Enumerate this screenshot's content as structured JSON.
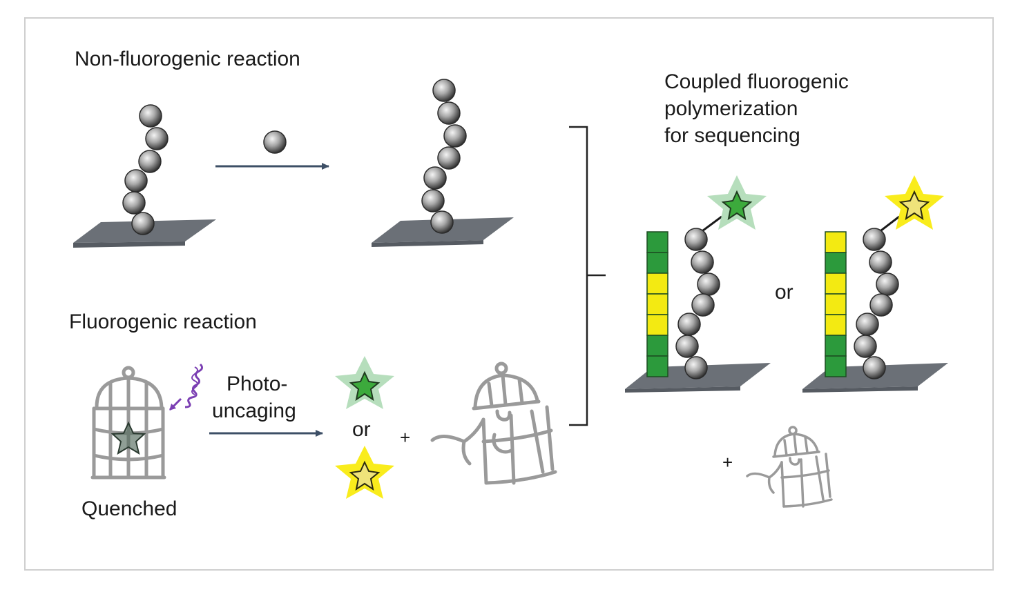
{
  "labels": {
    "non_fluorogenic_title": "Non-fluorogenic reaction",
    "fluorogenic_title": "Fluorogenic reaction",
    "quenched": "Quenched",
    "photo_uncaging_line1": "Photo-",
    "photo_uncaging_line2": "uncaging",
    "or_products": "or",
    "plus_products": "+",
    "coupled_line1": "Coupled fluorogenic",
    "coupled_line2": "polymerization",
    "coupled_line3": "for sequencing",
    "or_coupled": "or",
    "plus_coupled": "+"
  },
  "colors": {
    "bead_light": "#e8e8e8",
    "bead_dark": "#2a2a2a",
    "platform": "#6b7077",
    "arrow": "#3d4f66",
    "green_star": "#3caa3c",
    "green_halo": "#a9d8b0",
    "yellow_star": "#f1e02a",
    "yellow_halo": "#f9ec1c",
    "cage": "#9a9a9a",
    "wave": "#7b3fb3",
    "strand_green": "#2c9a3c",
    "strand_yellow": "#f3ea12"
  },
  "strands": {
    "left": [
      "green",
      "green",
      "yellow",
      "yellow",
      "yellow",
      "green",
      "green"
    ],
    "right": [
      "yellow",
      "green",
      "yellow",
      "yellow",
      "yellow",
      "green",
      "green"
    ]
  },
  "icons": [
    "bead-chain",
    "single-bead",
    "cage-icon",
    "light-wave-icon",
    "star-icon",
    "open-cage-icon"
  ]
}
